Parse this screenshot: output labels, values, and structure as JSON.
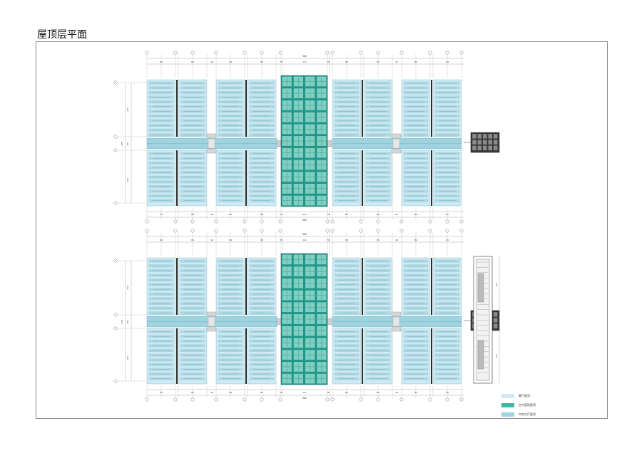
{
  "title": "屋顶层平面",
  "colors": {
    "pale": "#cfeaf2",
    "light": "#9fd3df",
    "teal": "#1f9a8c",
    "tealLight": "#7fcfc2",
    "rail": "#2b2b2b",
    "line": "#6f6f6f"
  },
  "legend": [
    {
      "label": "廊厅屋顶",
      "color": "#cfeaf2"
    },
    {
      "label": "空中庭院屋顶",
      "color": "#46b3a3"
    },
    {
      "label": "中央大厅屋顶",
      "color": "#9fd3df"
    }
  ],
  "dims": {
    "module": "84",
    "gap": "42",
    "center": "111",
    "side": "78",
    "total": "962",
    "height_a": "144",
    "height_b": "90",
    "height_total": "378"
  }
}
